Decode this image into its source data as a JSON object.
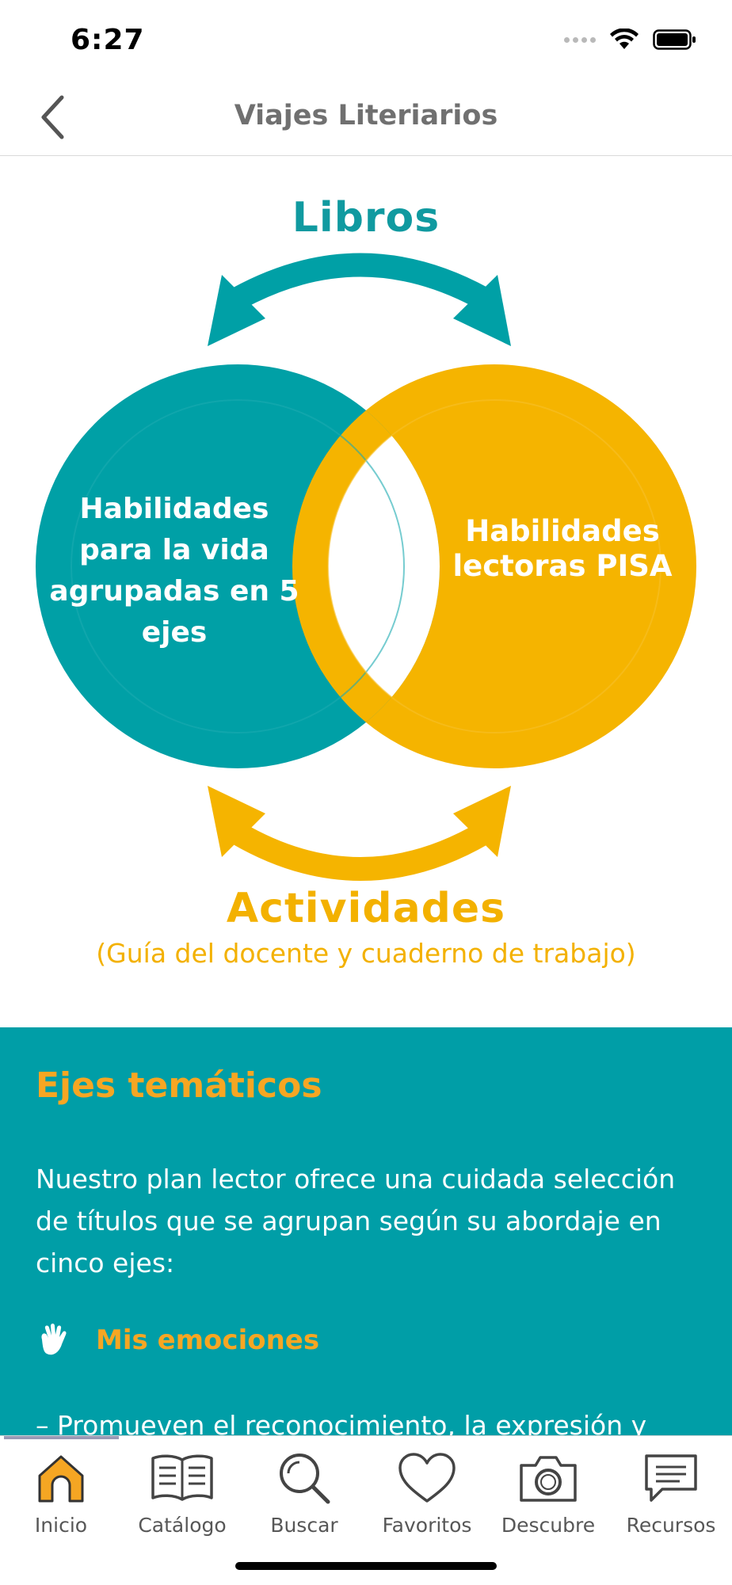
{
  "status_bar": {
    "time": "6:27"
  },
  "nav": {
    "title": "Viajes Literiarios",
    "back_icon": "chevron-left-icon"
  },
  "diagram": {
    "top_label": "Libros",
    "left_circle": "Habilidades para la vida agrupadas en 5 ejes",
    "right_circle": "Habilidades lectoras PISA",
    "bottom_label": "Actividades",
    "bottom_sublabel": "(Guía del docente y cuaderno de trabajo)",
    "colors": {
      "teal": "#00a0a6",
      "yellow": "#f5b400",
      "white": "#ffffff"
    }
  },
  "section": {
    "title": "Ejes temáticos",
    "body": "Nuestro plan lector ofrece una cuidada selección de títulos que se agrupan según su abordaje en cinco ejes:",
    "items": [
      {
        "icon": "hand-icon",
        "label": "Mis emociones",
        "desc": "– Promueven el reconocimiento, la expresión y"
      }
    ],
    "colors": {
      "background": "#009ea7",
      "accent": "#f6a623"
    }
  },
  "tabs": [
    {
      "label": "Inicio",
      "icon": "home-icon",
      "active": true
    },
    {
      "label": "Catálogo",
      "icon": "book-icon",
      "active": false
    },
    {
      "label": "Buscar",
      "icon": "search-icon",
      "active": false
    },
    {
      "label": "Favoritos",
      "icon": "heart-icon",
      "active": false
    },
    {
      "label": "Descubre",
      "icon": "camera-icon",
      "active": false
    },
    {
      "label": "Recursos",
      "icon": "chat-icon",
      "active": false
    }
  ]
}
